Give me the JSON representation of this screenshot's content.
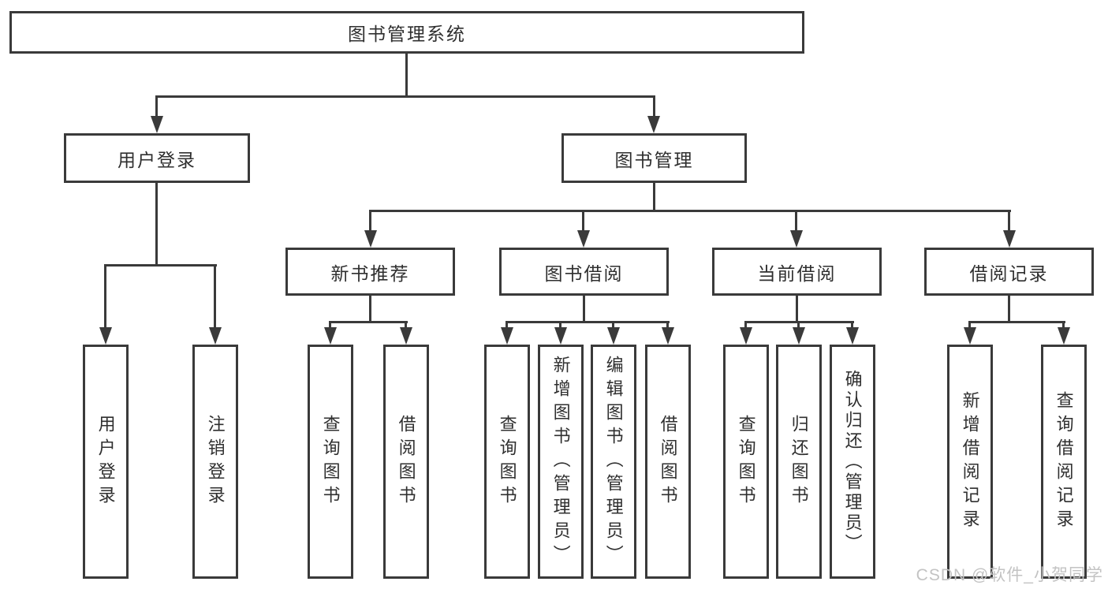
{
  "diagram": {
    "root": {
      "label": "图书管理系统"
    },
    "branches": {
      "user_login": {
        "label": "用户登录",
        "children": [
          "用户登录",
          "注销登录"
        ]
      },
      "book_management": {
        "label": "图书管理",
        "sections": [
          {
            "label": "新书推荐",
            "children": [
              "查询图书",
              "借阅图书"
            ]
          },
          {
            "label": "图书借阅",
            "children": [
              "查询图书",
              "新增图书（管理员）",
              "编辑图书（管理员）",
              "借阅图书"
            ]
          },
          {
            "label": "当前借阅",
            "children": [
              "查询图书",
              "归还图书",
              "确认归还（管理员）"
            ]
          },
          {
            "label": "借阅记录",
            "children": [
              "新增借阅记录",
              "查询借阅记录"
            ]
          }
        ]
      }
    }
  },
  "watermark": {
    "text": "CSDN @软件_小贺同学"
  },
  "colors": {
    "line": "#3a3a3a",
    "text": "#2f2f2f",
    "watermark": "#c3c3c3",
    "background": "#ffffff"
  }
}
